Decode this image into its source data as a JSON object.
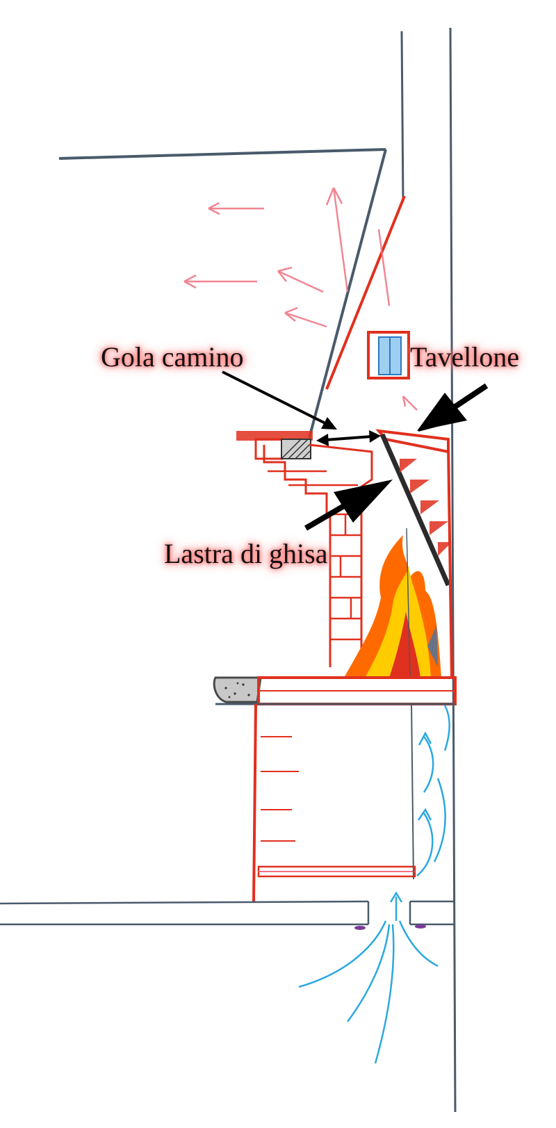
{
  "labels": {
    "gola_camino": "Gola camino",
    "tavellone": "Tavellone",
    "lastra_di_ghisa": "Lastra di ghisa"
  },
  "colors": {
    "pencil_gray": "#4a5a6a",
    "brick_red": "#e0301e",
    "hot_air_pink": "#f07080",
    "cold_air_blue": "#2aa8e0",
    "flame_orange": "#ff6a00",
    "flame_yellow": "#ffcc00",
    "cast_iron": "#2b2b2b",
    "label_glow": "#ff4a4a"
  },
  "icons": {
    "fire": "flame-icon",
    "window": "window-icon"
  }
}
